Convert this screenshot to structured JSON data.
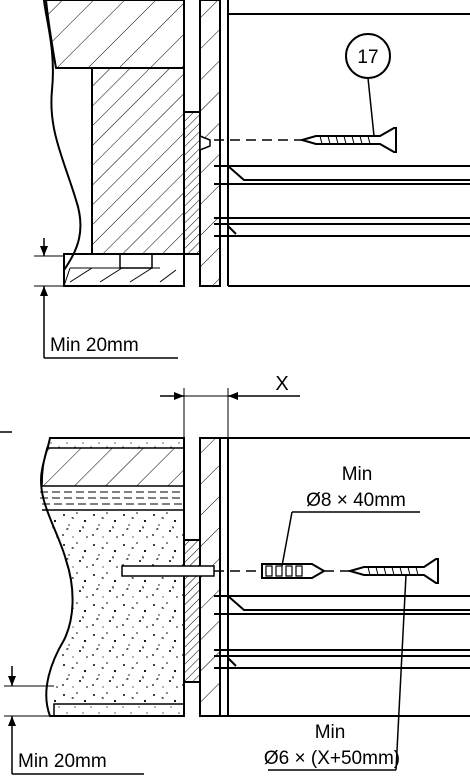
{
  "top_detail": {
    "callout_number": "17",
    "min_clearance_label": "Min 20mm"
  },
  "bottom_detail": {
    "spacing_label": "X",
    "plug_label_line1": "Min",
    "plug_label_line2": "Ø8 × 40mm",
    "screw_label_line1": "Min",
    "screw_label_line2": "Ø6 × (X+50mm)",
    "min_clearance_label": "Min 20mm"
  }
}
